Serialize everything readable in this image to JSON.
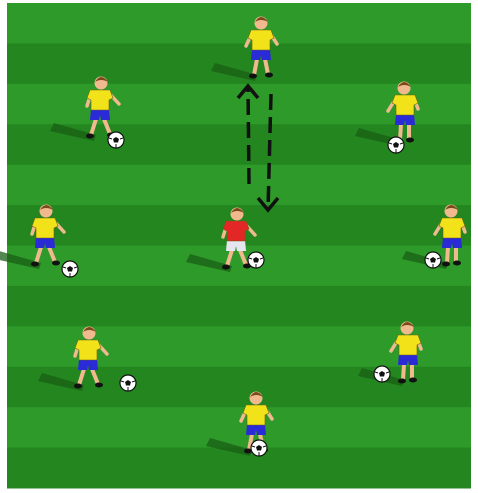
{
  "diagram": {
    "pitch": {
      "stripe_light": "#2e9a2a",
      "stripe_dark": "#23861f",
      "stripes": 12,
      "border_color": "#ffffff"
    },
    "colors": {
      "outfield_shirt": "#f2e21a",
      "outfield_shorts": "#2a2ad6",
      "center_shirt": "#e32626",
      "center_shorts": "#e6e6f0",
      "skin": "#f0b98e",
      "hair": "#7a4a1c",
      "shadow": "#1a5e16",
      "ball": "#ffffff",
      "ball_outline": "#111111",
      "arrow": "#111111"
    },
    "players": [
      {
        "role": "outfield",
        "label": "player-top",
        "ball": false
      },
      {
        "role": "outfield",
        "label": "player-upper-left",
        "ball": true
      },
      {
        "role": "outfield",
        "label": "player-upper-right",
        "ball": true
      },
      {
        "role": "outfield",
        "label": "player-mid-left",
        "ball": true
      },
      {
        "role": "center",
        "label": "player-center",
        "ball": true
      },
      {
        "role": "outfield",
        "label": "player-mid-right",
        "ball": true
      },
      {
        "role": "outfield",
        "label": "player-lower-left",
        "ball": true
      },
      {
        "role": "outfield",
        "label": "player-lower-right",
        "ball": true
      },
      {
        "role": "outfield",
        "label": "player-bottom",
        "ball": true
      }
    ],
    "arrows": [
      {
        "label": "arrow-up",
        "direction": "up",
        "style": "dashed"
      },
      {
        "label": "arrow-down",
        "direction": "down",
        "style": "dashed"
      }
    ]
  }
}
